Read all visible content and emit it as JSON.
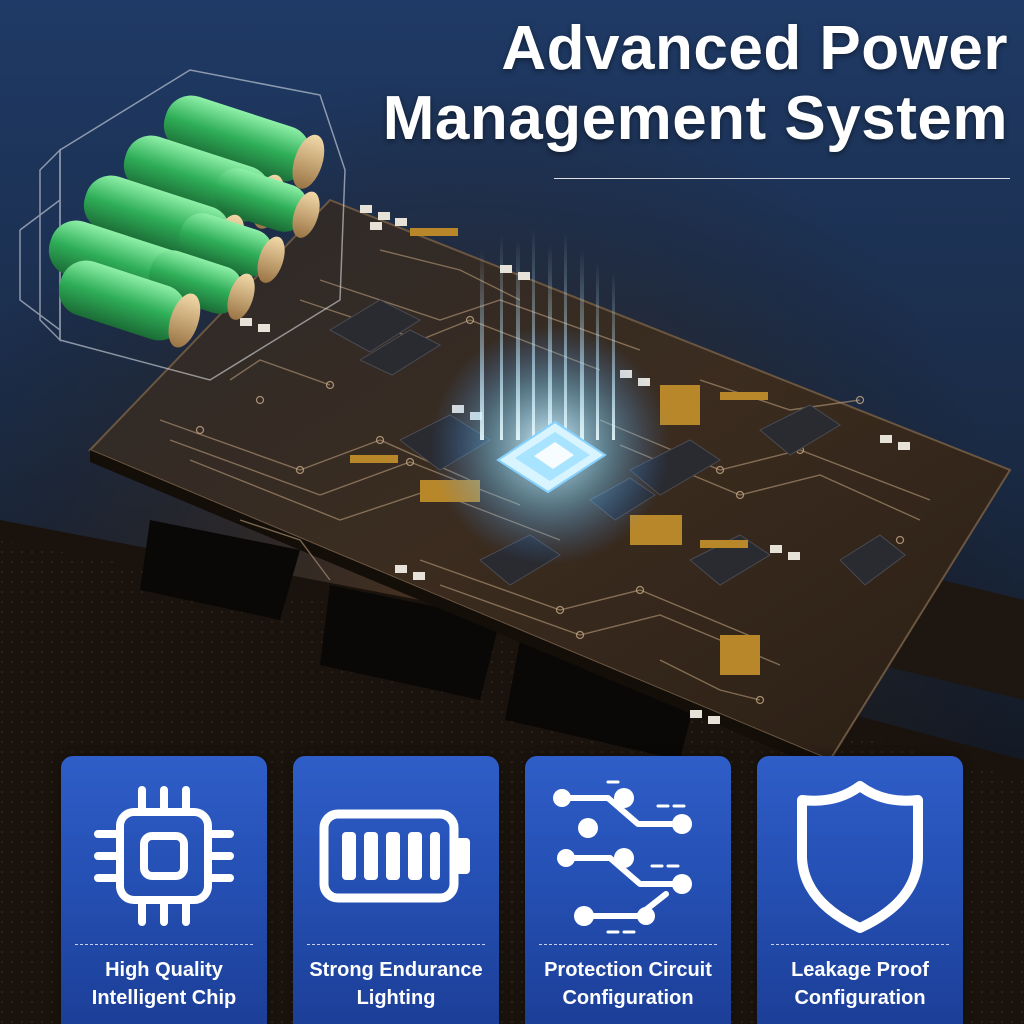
{
  "headline": {
    "line1": "Advanced Power",
    "line2": "Management System"
  },
  "features": [
    {
      "icon": "chip-icon",
      "line1": "High Quality",
      "line2": "Intelligent Chip"
    },
    {
      "icon": "battery-icon",
      "line1": "Strong Endurance",
      "line2": "Lighting"
    },
    {
      "icon": "circuit-icon",
      "line1": "Protection Circuit",
      "line2": "Configuration"
    },
    {
      "icon": "shield-icon",
      "line1": "Leakage Proof",
      "line2": "Configuration"
    }
  ],
  "colors": {
    "card_top": "#2f5ec8",
    "card_bottom": "#1c3f98",
    "battery_cell": "#3ec46a",
    "chip_glow": "#9fe7ff",
    "board": "#3a2c1e"
  }
}
